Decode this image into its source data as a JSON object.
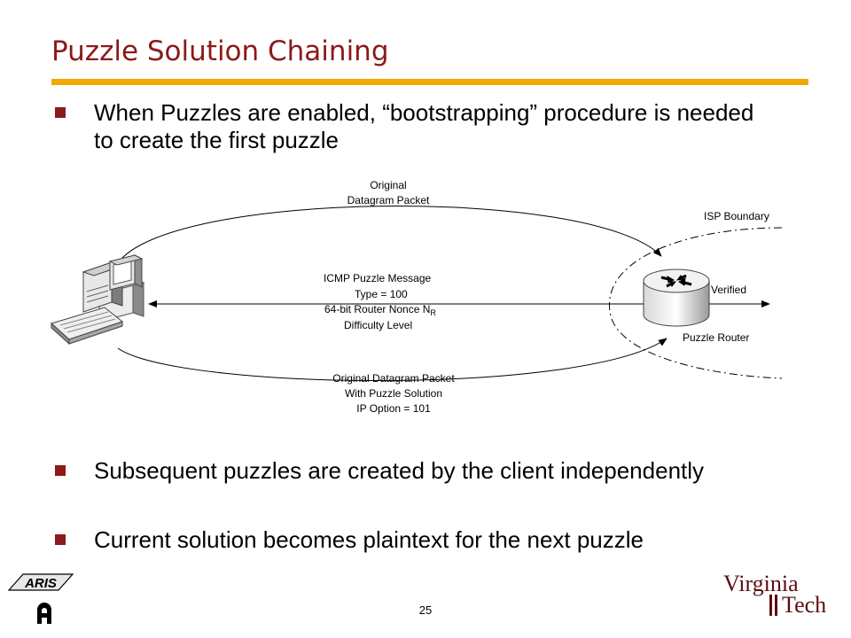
{
  "slide": {
    "title": "Puzzle Solution Chaining",
    "page_number": "25",
    "bullets": [
      "When Puzzles are enabled, “bootstrapping” procedure is needed to create the first puzzle",
      "Subsequent puzzles are created by the client independently",
      "Current solution becomes plaintext for the next puzzle"
    ]
  },
  "diagram": {
    "top_label": [
      "Original",
      "Datagram Packet"
    ],
    "isp_boundary": "ISP Boundary",
    "icmp_label": [
      "ICMP Puzzle Message",
      "Type = 100",
      "64-bit Router Nonce N",
      "Difficulty Level"
    ],
    "nonce_subscript": "R",
    "verified": "Verified",
    "router": "Puzzle Router",
    "bottom_label": [
      "Original Datagram Packet",
      "With Puzzle Solution",
      "IP Option = 101"
    ]
  },
  "logos": {
    "left_text": "ARIS",
    "right_text_1": "Virginia",
    "right_text_2": "Tech"
  },
  "colors": {
    "title": "#8b1a1a",
    "rule": "#f2a900",
    "bullet": "#8b1a1a"
  }
}
